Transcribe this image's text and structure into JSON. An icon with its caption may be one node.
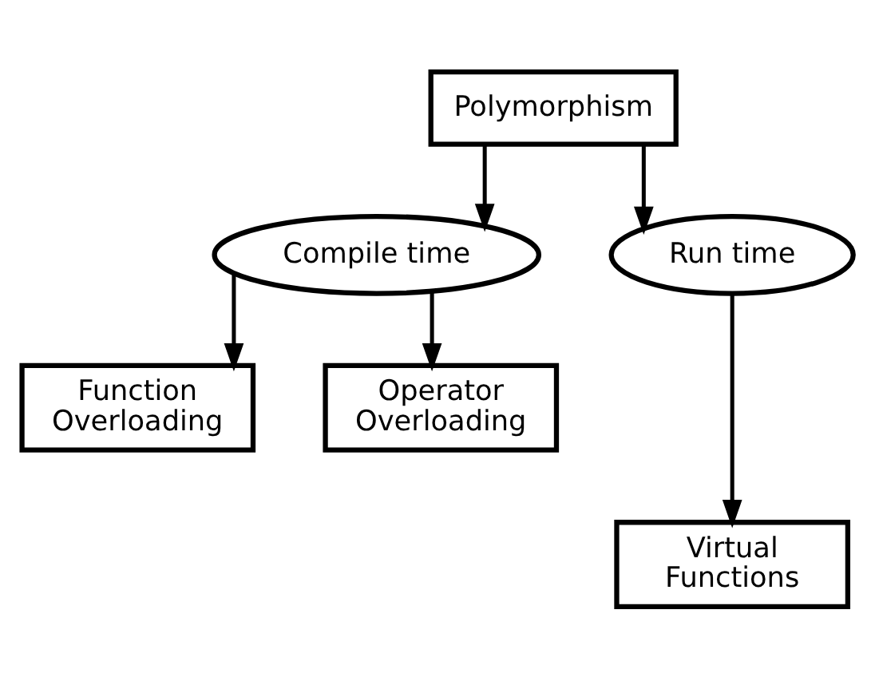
{
  "diagram": {
    "nodes": [
      {
        "text": [
          "Polymorphism"
        ]
      },
      {
        "text": [
          "Compile time"
        ]
      },
      {
        "text": [
          "Run time"
        ]
      },
      {
        "text": [
          "Function Overloading"
        ]
      },
      {
        "text": [
          "Operator Overloading"
        ]
      },
      {
        "text": [
          "Virtual Functions"
        ]
      }
    ],
    "edges": [
      {
        "from": 0,
        "to": 1,
        "arrow": "to"
      },
      {
        "from": 0,
        "to": 2,
        "arrow": "to"
      },
      {
        "from": 1,
        "to": 3,
        "arrow": "to"
      },
      {
        "from": 1,
        "to": 4,
        "arrow": "to"
      },
      {
        "from": 2,
        "to": 5,
        "arrow": "to"
      }
    ]
  }
}
